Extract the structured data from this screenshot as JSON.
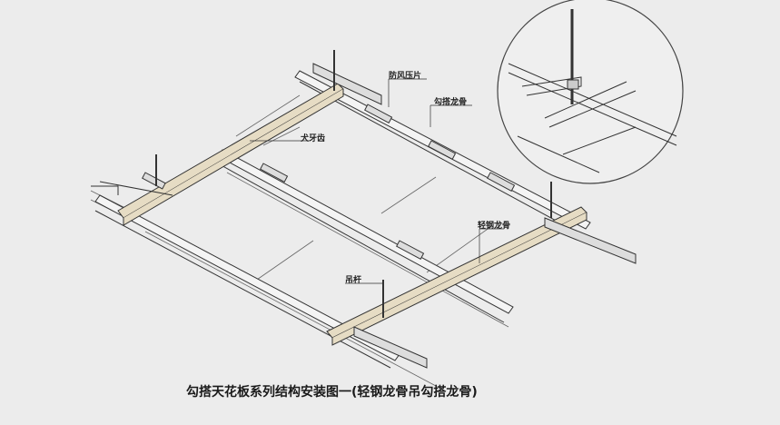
{
  "labels": {
    "wind_clip": "防风压片",
    "hook_keel": "勾搭龙骨",
    "dog_tooth": "犬牙齿",
    "light_steel_keel": "轻钢龙骨",
    "hanger_rod": "吊杆"
  },
  "caption": "勾搭天花板系列结构安装图一(轻钢龙骨吊勾搭龙骨)",
  "colors": {
    "background": "#ececec",
    "line": "#333333",
    "steel_keel": "#e6dcc4"
  }
}
